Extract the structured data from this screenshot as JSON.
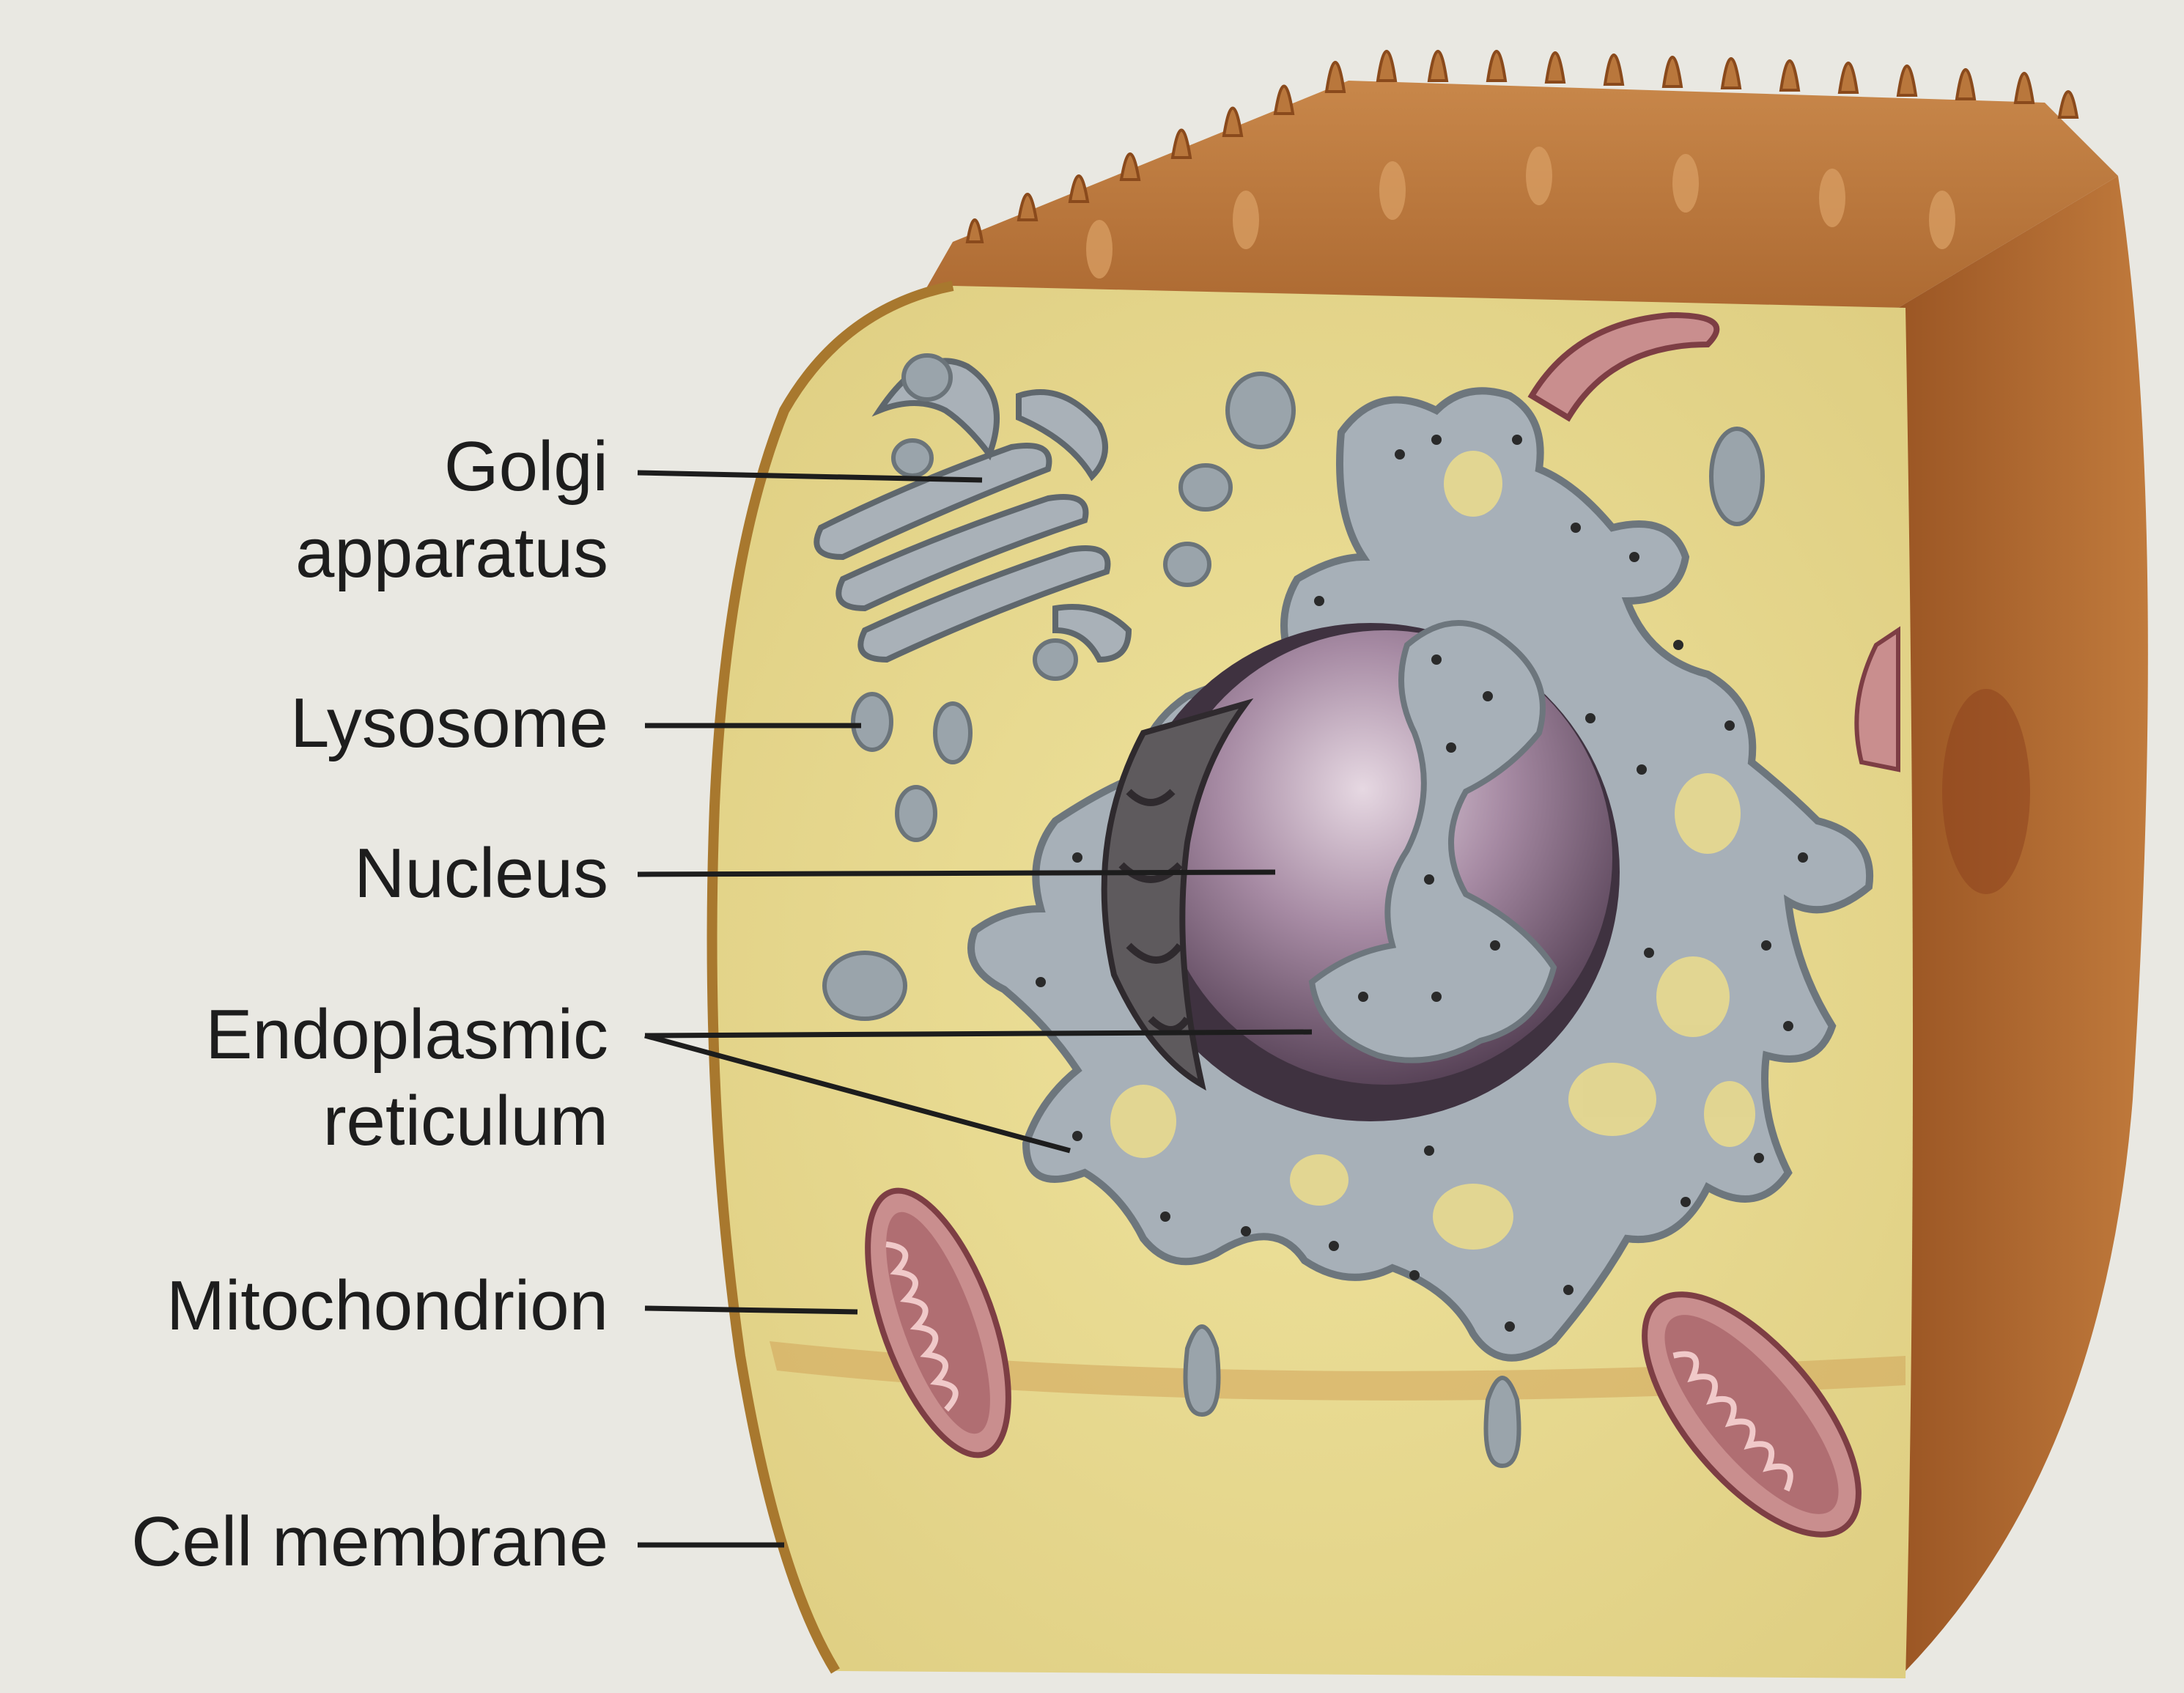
{
  "labels": {
    "golgi": [
      "Golgi",
      "apparatus"
    ],
    "lysosome": "Lysosome",
    "nucleus": "Nucleus",
    "er": [
      "Endoplasmic",
      "reticulum"
    ],
    "mitochondrion": "Mitochondrion",
    "membrane": "Cell membrane"
  },
  "colors": {
    "background": "#e9e8e2",
    "cytoplasm": "#e6d88d",
    "membrane_brown": "#b26a2e",
    "membrane_dark": "#8a4a1c",
    "er_gray": "#9ea8b0",
    "nucleus_purple": "#7c6079",
    "mito_pink": "#b8757a",
    "leader_line": "#1d1d1d"
  }
}
